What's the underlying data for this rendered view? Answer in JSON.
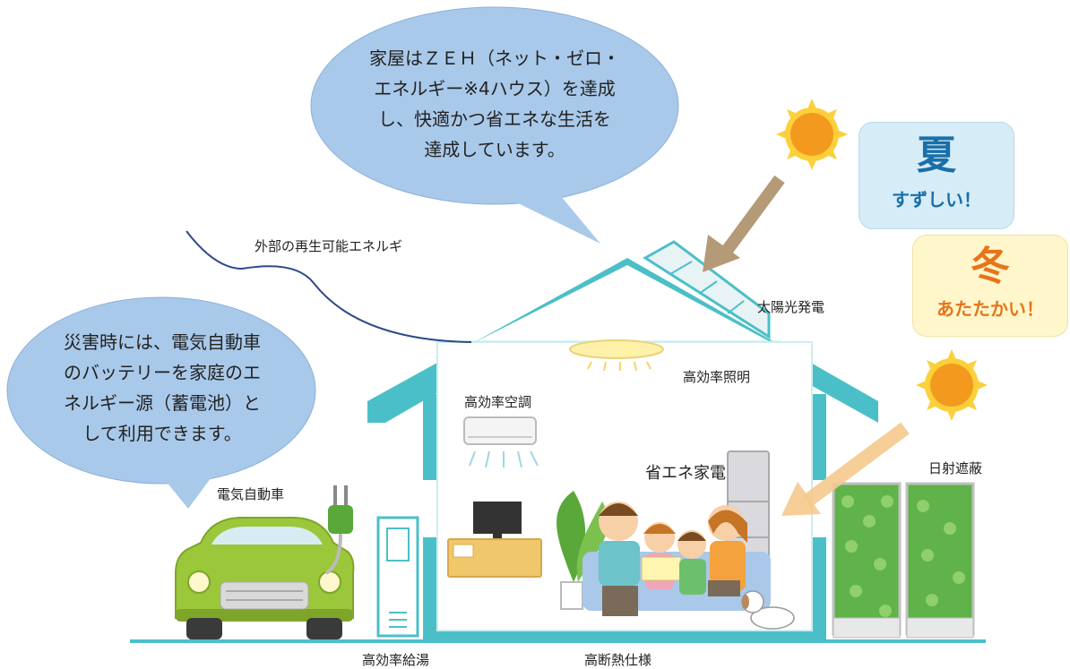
{
  "bubbles": {
    "zeh": {
      "lines": [
        "家屋はＺＥＨ（ネット・ゼロ・",
        "エネルギー※4ハウス）を達成",
        "し、快適かつ省エネな生活を",
        "達成しています。"
      ]
    },
    "disaster": {
      "lines": [
        "災害時には、電気自動車",
        "のバッテリーを家庭のエ",
        "ネルギー源（蓄電池）と",
        "して利用できます。"
      ]
    }
  },
  "labels": {
    "external_energy": "外部の再生可能エネルギ",
    "solar": "太陽光発電",
    "lighting": "高効率照明",
    "aircon": "高効率空調",
    "appliances": "省エネ家電",
    "shading": "日射遮蔽",
    "ev": "電気自動車",
    "water_heater": "高効率給湯",
    "insulation": "高断熱仕様"
  },
  "seasons": {
    "summer": {
      "title": "夏",
      "subtitle": "すずしい！",
      "color": "#1a6fa8",
      "bg": "#d6ecf7"
    },
    "winter": {
      "title": "冬",
      "subtitle": "あたたかい！",
      "color": "#e8741a",
      "bg": "#fff6cc"
    }
  },
  "colors": {
    "house": "#4bbfc8",
    "bubble": "#a9c9ea",
    "sun": "#f39a1e",
    "arrow": "#b59a78",
    "car": "#9bc73a",
    "wire": "#2d4a8a"
  }
}
